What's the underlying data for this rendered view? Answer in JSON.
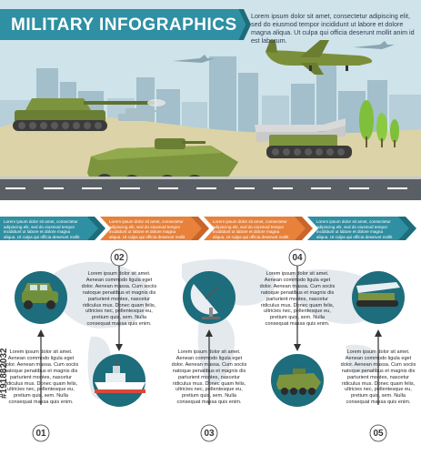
{
  "header": {
    "title": "MILITARY INFOGRAPHICS",
    "intro_text": "Lorem ipsum dolor sit amet, consectetur adipiscing elit, sed do eiusmod tempor incididunt ut labore et dolore magna aliqua. Ut culpa qui officia deserunt mollit anim id est laborum."
  },
  "timeline": {
    "arrows": [
      {
        "text": "Lorem ipsum dolor sit amet, consectetur adipiscing elit, sed do eiusmod tempor incididunt ut labore et dolore magna aliqua. Ut culpa qui officia deserunt mollit anim id est laborum.",
        "color": "#2f8fa3"
      },
      {
        "text": "Lorem ipsum dolor sit amet, consectetur adipiscing elit, sed do eiusmod tempor incididunt ut labore et dolore magna aliqua. Ut culpa qui officia deserunt mollit anim id est laborum.",
        "color": "#e8813a"
      },
      {
        "text": "Lorem ipsum dolor sit amet, consectetur adipiscing elit, sed do eiusmod tempor incididunt ut labore et dolore magna aliqua. Ut culpa qui officia deserunt mollit anim id est laborum.",
        "color": "#e8813a"
      },
      {
        "text": "Lorem ipsum dolor sit amet, consectetur adipiscing elit, sed do eiusmod tempor incididunt ut labore et dolore magna aliqua. Ut culpa qui officia deserunt mollit anim id est laborum.",
        "color": "#2f8fa3"
      }
    ]
  },
  "steps": [
    {
      "number": "01",
      "icon": "jeep-icon",
      "text": "Lorem ipsum dolor sit amet. Aenean commodo ligula eget dolor. Aenean massa. Cum sociis natoque penatibus et magnis dis parturient montes, nascetur ridiculus mus. Donec quam felis, ultricies nec, pellentesque eu, pretium quis, sem. Nulla consequat massa quis enim."
    },
    {
      "number": "02",
      "icon": "warship-icon",
      "text": "Lorem ipsum dolor sit amet. Aenean commodo ligula eget dolor. Aenean massa. Cum sociis natoque penatibus et magnis dis parturient montes, nascetur ridiculus mus. Donec quam felis, ultricies nec, pellentesque eu, pretium quis, sem. Nulla consequat massa quis enim."
    },
    {
      "number": "03",
      "icon": "radar-dish-icon",
      "text": "Lorem ipsum dolor sit amet. Aenean commodo ligula eget dolor. Aenean massa. Cum sociis natoque penatibus et magnis dis parturient montes, nascetur ridiculus mus. Donec quam felis, ultricies nec, pellentesque eu, pretium quis, sem. Nulla consequat massa quis enim."
    },
    {
      "number": "04",
      "icon": "armored-vehicle-icon",
      "text": "Lorem ipsum dolor sit amet. Aenean commodo ligula eget dolor. Aenean massa. Cum sociis natoque penatibus et magnis dis parturient montes, nascetur ridiculus mus. Donec quam felis, ultricies nec, pellentesque eu, pretium quis, sem. Nulla consequat massa quis enim."
    },
    {
      "number": "05",
      "icon": "missile-launcher-icon",
      "text": "Lorem ipsum dolor sit amet. Aenean commodo ligula eget dolor. Aenean massa. Cum sociis natoque penatibus et magnis dis parturient montes, nascetur ridiculus mus. Donec quam felis, ultricies nec, pellentesque eu, pretium quis, sem. Nulla consequat massa quis enim."
    }
  ],
  "stock_id": "#191882032",
  "colors": {
    "teal": "#2f8fa3",
    "dark_teal": "#1d6d7c",
    "orange": "#e8813a",
    "military_green": "#6f8f3d",
    "sky": "#cfe3ea",
    "sand": "#d8cfa3"
  }
}
